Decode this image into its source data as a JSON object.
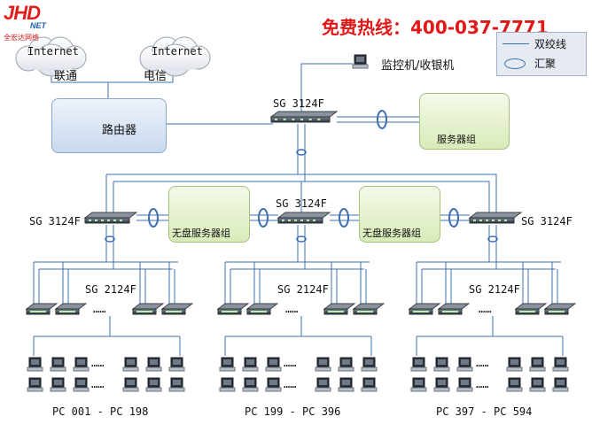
{
  "logo": {
    "brand": "JHD",
    "net": "NET",
    "company": "全宏达网络"
  },
  "hotline": "免费热线：400-037-7771",
  "legend": {
    "twisted_pair": "双绞线",
    "aggregation": "汇聚"
  },
  "internet": [
    {
      "label": "Internet",
      "isp": "联通"
    },
    {
      "label": "Internet",
      "isp": "电信"
    }
  ],
  "router_label": "路由器",
  "monitor_label": "监控机/收银机",
  "core_switch": "SG 3124F",
  "server_group": "服务器组",
  "agg_switches": {
    "left": "SG 3124F",
    "center": "SG 3124F",
    "right": "SG 3124F"
  },
  "diskless_group": "无盘服务器组",
  "access_switch": "SG 2124F",
  "dots": "……",
  "pc_groups": [
    "PC 001 - PC 198",
    "PC 199 - PC 396",
    "PC 397 - PC 594"
  ],
  "colors": {
    "hotline": "#e11818",
    "link": "#3f6fb0",
    "router_box": "#c9d9ef",
    "server_box": "#d9ebb8"
  }
}
